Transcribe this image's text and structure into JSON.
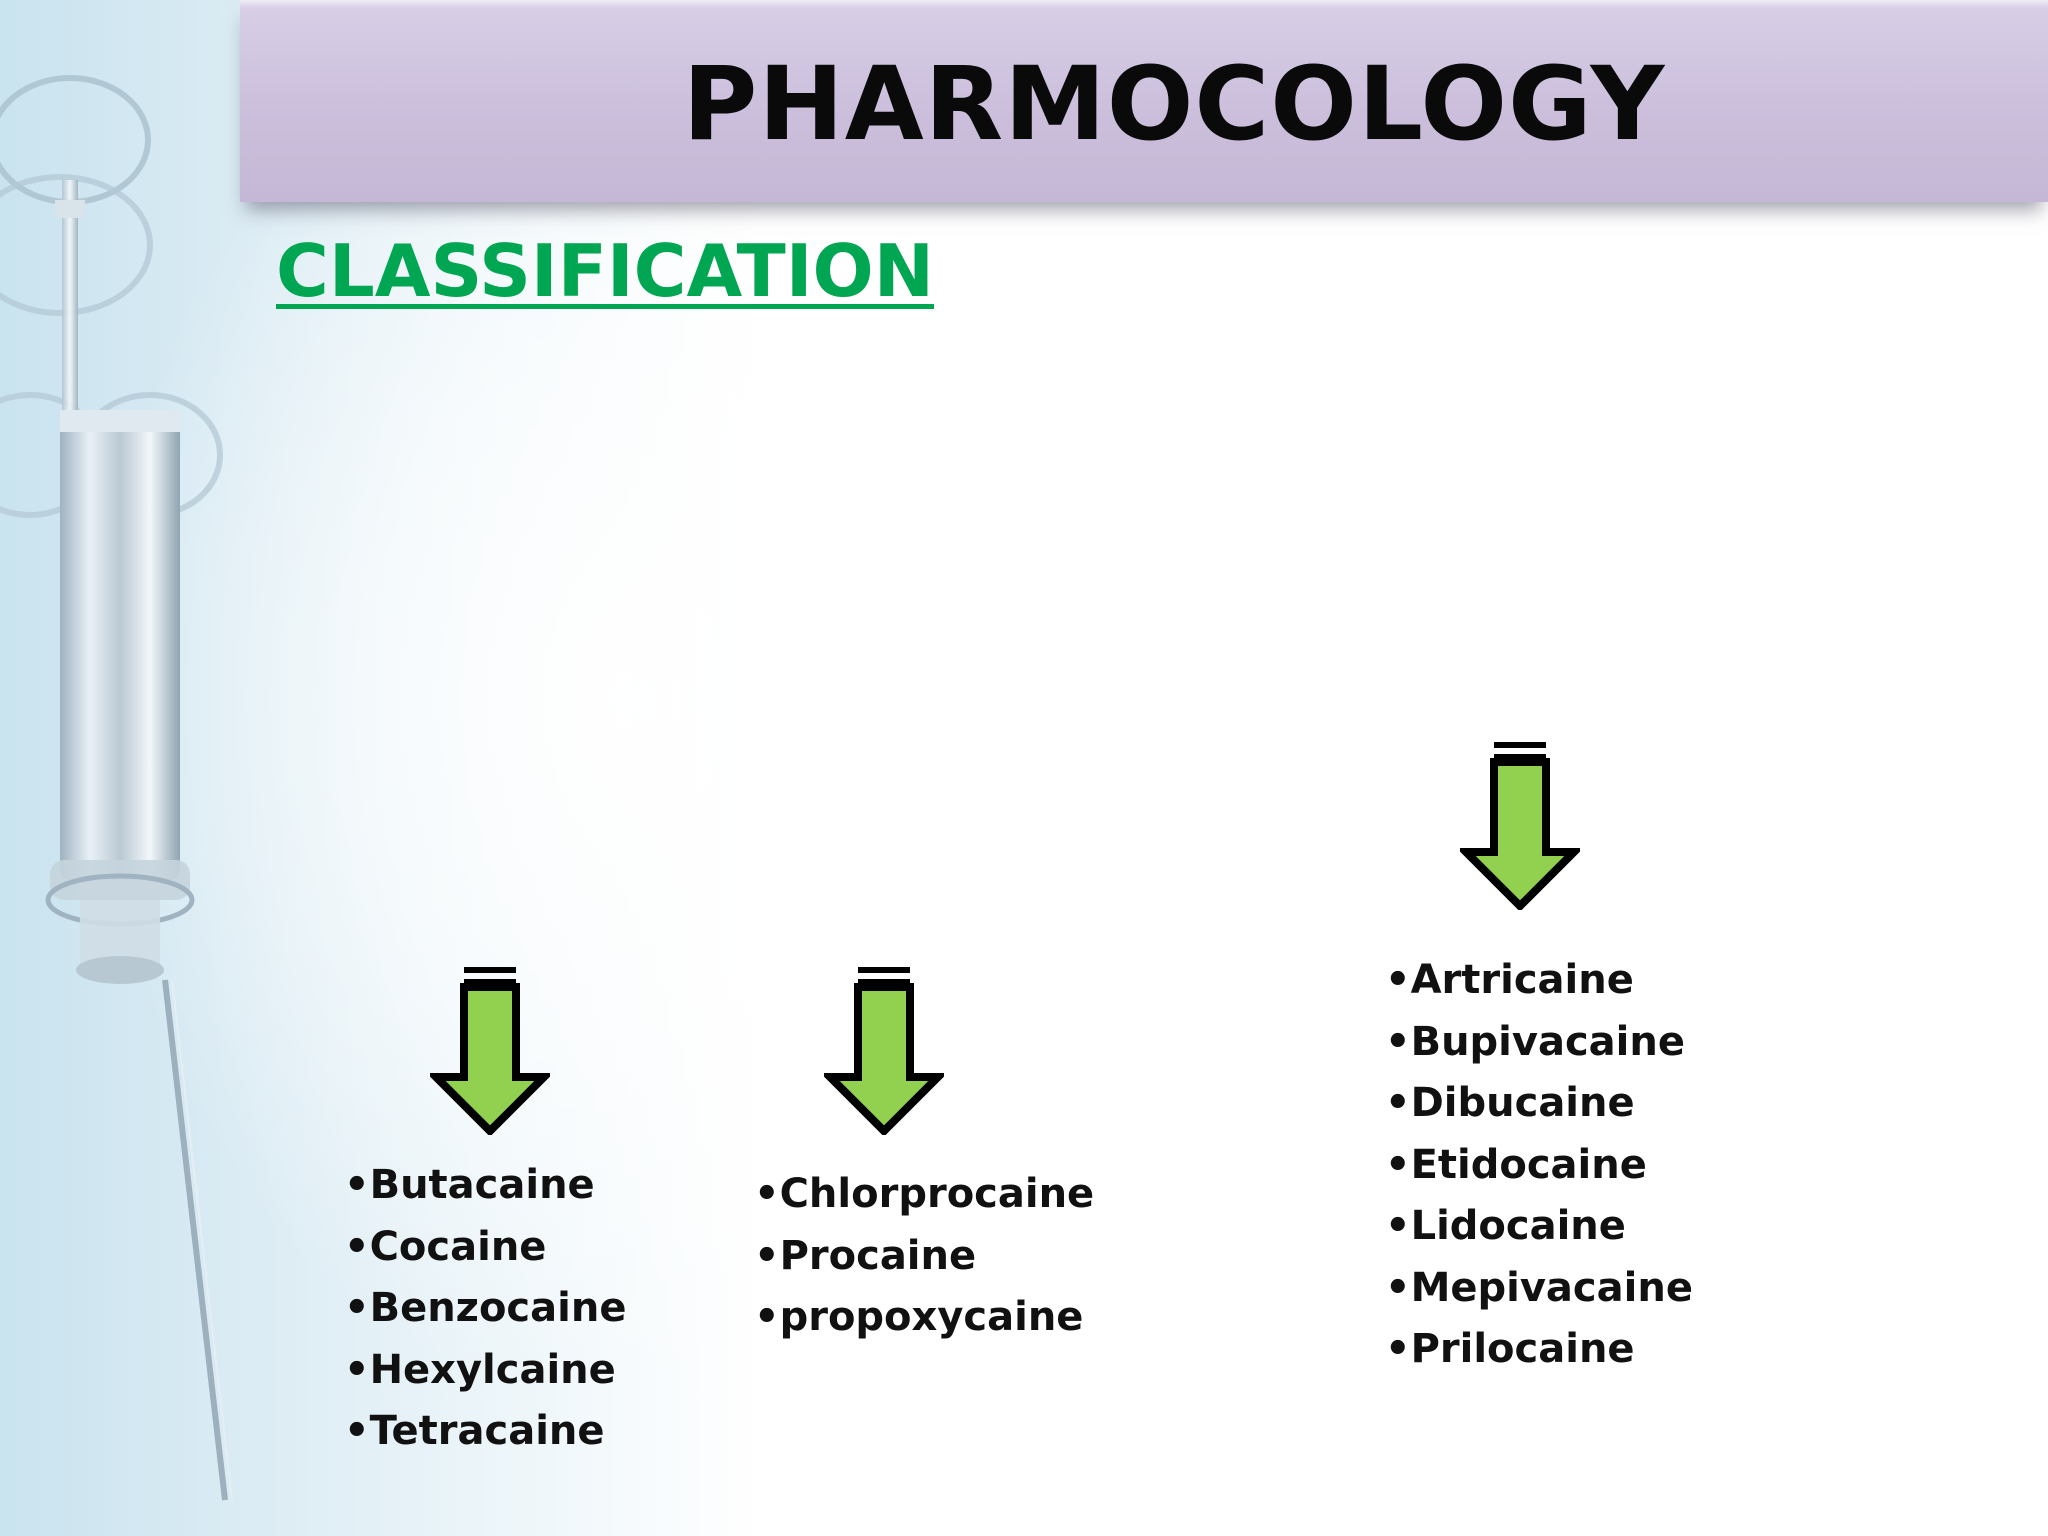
{
  "slide": {
    "title": "PHARMOCOLOGY",
    "subtitle": "CLASSIFICATION"
  },
  "groups": [
    {
      "items": [
        "Butacaine",
        "Cocaine",
        "Benzocaine",
        "Hexylcaine",
        "Tetracaine"
      ]
    },
    {
      "items": [
        "Chlorprocaine",
        "Procaine",
        "propoxycaine"
      ]
    },
    {
      "items": [
        "Artricaine",
        "Bupivacaine",
        "Dibucaine",
        "Etidocaine",
        "Lidocaine",
        "Mepivacaine",
        "Prilocaine"
      ]
    }
  ],
  "colors": {
    "banner": "#cbbfdc",
    "subtitle": "#00a651",
    "arrow_fill": "#92d050",
    "arrow_outline": "#000000"
  },
  "icons": {
    "arrow": "down-arrow-icon",
    "background": "syringe-illustration"
  }
}
